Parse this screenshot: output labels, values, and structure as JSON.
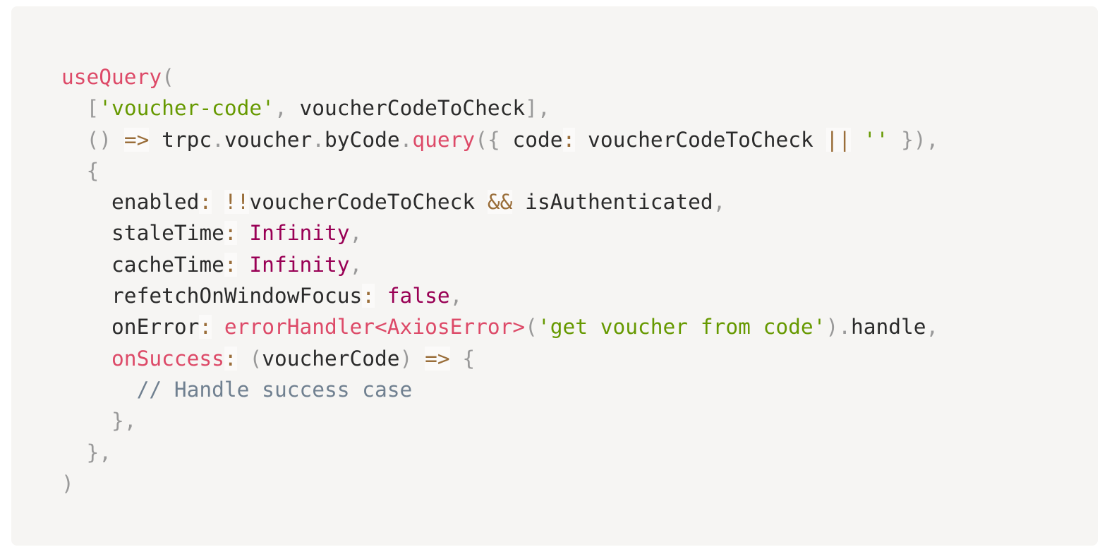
{
  "colors": {
    "background": "#f6f5f3",
    "function": "#dd4a68",
    "string": "#669900",
    "punctuation": "#999999",
    "operator": "#9a6e3a",
    "keyword": "#990055",
    "comment": "#708090"
  },
  "code": {
    "lines": [
      [
        [
          "fn",
          "useQuery"
        ],
        [
          "punc",
          "("
        ]
      ],
      [
        [
          "plain",
          "  "
        ],
        [
          "punc",
          "["
        ],
        [
          "str",
          "'voucher-code'"
        ],
        [
          "punc",
          ","
        ],
        [
          "plain",
          " voucherCodeToCheck"
        ],
        [
          "punc",
          "]"
        ],
        [
          "punc",
          ","
        ]
      ],
      [
        [
          "plain",
          "  "
        ],
        [
          "punc",
          "()"
        ],
        [
          "plain",
          " "
        ],
        [
          "op",
          "=>"
        ],
        [
          "plain",
          " trpc"
        ],
        [
          "punc",
          "."
        ],
        [
          "plain",
          "voucher"
        ],
        [
          "punc",
          "."
        ],
        [
          "plain",
          "byCode"
        ],
        [
          "punc",
          "."
        ],
        [
          "fn",
          "query"
        ],
        [
          "punc",
          "({"
        ],
        [
          "plain",
          " code"
        ],
        [
          "op",
          ":"
        ],
        [
          "plain",
          " voucherCodeToCheck "
        ],
        [
          "op",
          "||"
        ],
        [
          "plain",
          " "
        ],
        [
          "str",
          "''"
        ],
        [
          "plain",
          " "
        ],
        [
          "punc",
          "})"
        ],
        [
          "punc",
          ","
        ]
      ],
      [
        [
          "plain",
          "  "
        ],
        [
          "punc",
          "{"
        ]
      ],
      [
        [
          "plain",
          "    enabled"
        ],
        [
          "op",
          ":"
        ],
        [
          "plain",
          " "
        ],
        [
          "op",
          "!!"
        ],
        [
          "plain",
          "voucherCodeToCheck "
        ],
        [
          "op",
          "&&"
        ],
        [
          "plain",
          " isAuthenticated"
        ],
        [
          "punc",
          ","
        ]
      ],
      [
        [
          "plain",
          "    staleTime"
        ],
        [
          "op",
          ":"
        ],
        [
          "plain",
          " "
        ],
        [
          "kw",
          "Infinity"
        ],
        [
          "punc",
          ","
        ]
      ],
      [
        [
          "plain",
          "    cacheTime"
        ],
        [
          "op",
          ":"
        ],
        [
          "plain",
          " "
        ],
        [
          "kw",
          "Infinity"
        ],
        [
          "punc",
          ","
        ]
      ],
      [
        [
          "plain",
          "    refetchOnWindowFocus"
        ],
        [
          "op",
          ":"
        ],
        [
          "plain",
          " "
        ],
        [
          "kw",
          "false"
        ],
        [
          "punc",
          ","
        ]
      ],
      [
        [
          "plain",
          "    onError"
        ],
        [
          "op",
          ":"
        ],
        [
          "plain",
          " "
        ],
        [
          "fn",
          "errorHandler<AxiosError>"
        ],
        [
          "punc",
          "("
        ],
        [
          "str",
          "'get voucher from code'"
        ],
        [
          "punc",
          ")"
        ],
        [
          "punc",
          "."
        ],
        [
          "plain",
          "handle"
        ],
        [
          "punc",
          ","
        ]
      ],
      [
        [
          "plain",
          "    "
        ],
        [
          "fn",
          "onSuccess"
        ],
        [
          "op",
          ":"
        ],
        [
          "plain",
          " "
        ],
        [
          "punc",
          "("
        ],
        [
          "plain",
          "voucherCode"
        ],
        [
          "punc",
          ")"
        ],
        [
          "plain",
          " "
        ],
        [
          "op",
          "=>"
        ],
        [
          "plain",
          " "
        ],
        [
          "punc",
          "{"
        ]
      ],
      [
        [
          "plain",
          "      "
        ],
        [
          "com",
          "// Handle success case"
        ]
      ],
      [
        [
          "plain",
          "    "
        ],
        [
          "punc",
          "},"
        ]
      ],
      [
        [
          "plain",
          "  "
        ],
        [
          "punc",
          "},"
        ]
      ],
      [
        [
          "punc",
          ")"
        ]
      ]
    ]
  }
}
